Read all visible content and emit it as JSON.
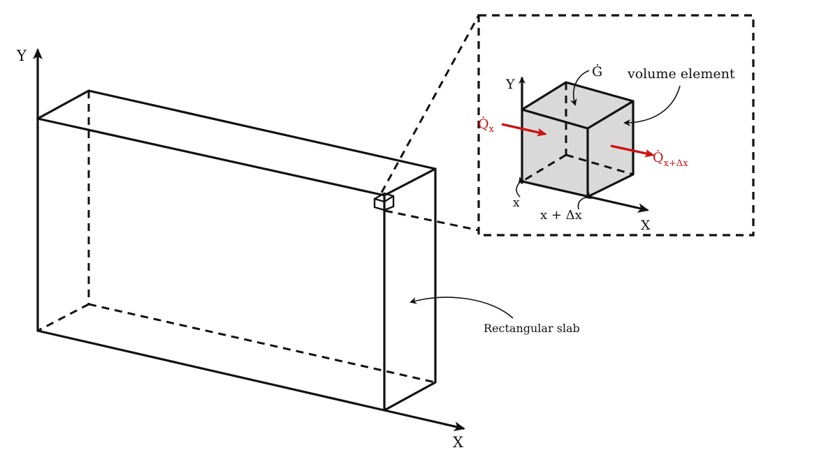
{
  "labels": {
    "main_y_axis": "Y",
    "main_x_axis": "X",
    "slab": "Rectangular slab",
    "inset_y_axis": "Y",
    "inset_x_axis": "X",
    "generation": "Ġ",
    "volume_element": "volume element",
    "heat_in_symbol": "Q̇",
    "heat_in_subscript": "x",
    "heat_out_symbol": "Q̇",
    "heat_out_subscript": "x+Δx",
    "position_x": "x",
    "position_x_dx": "x + Δx"
  },
  "colors": {
    "line": "#111111",
    "heat_flow": "#cc1111",
    "element_fill": "#d9d9d9"
  }
}
